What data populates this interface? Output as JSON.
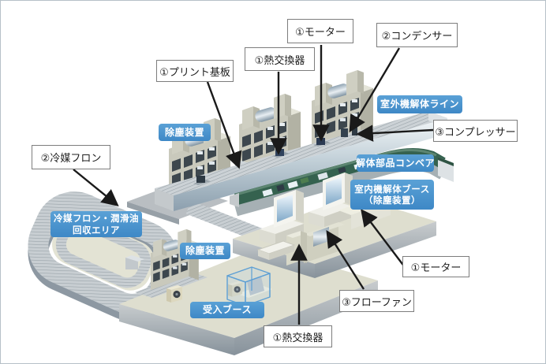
{
  "badges": {
    "outdoor_line": "室外機解体ライン",
    "dust_removal_top": "除塵装置",
    "parts_conveyor": "解体部品コンベア",
    "indoor_booth_line1": "室内機解体ブース",
    "indoor_booth_line2": "（除塵装置）",
    "recovery_area_line1": "冷媒フロン・潤滑油",
    "recovery_area_line2": "回収エリア",
    "dust_removal_bottom": "除塵装置",
    "receiving_booth": "受入ブース"
  },
  "callouts": {
    "motor_top": "①モーター",
    "condenser": "②コンデンサー",
    "heat_exchanger_top": "①熱交換器",
    "pcb": "①プリント基板",
    "compressor": "③コンプレッサー",
    "refrigerant": "②冷媒フロン",
    "motor_bottom": "①モーター",
    "flow_fan": "③フローファン",
    "heat_exchanger_bottom": "①熱交換器"
  },
  "colors": {
    "badge_blue": "#4590cc",
    "callout_border": "#7d7d7d",
    "arrow": "#1a1a1a",
    "belt_top": "#ccd2d6",
    "belt_hatch_line": "#98a2a8",
    "belt_side_light": "#f2f6f8",
    "belt_side_dark": "#8c9fae",
    "green_conveyor_top": "#35624f",
    "machine_front": "#c9c9bc",
    "machine_side": "#b2b2a4",
    "machine_top": "#e4e4d8",
    "machine_hole": "#3d474e",
    "platform": "#dedecf",
    "acrylic_edge": "#5d9fd4"
  }
}
